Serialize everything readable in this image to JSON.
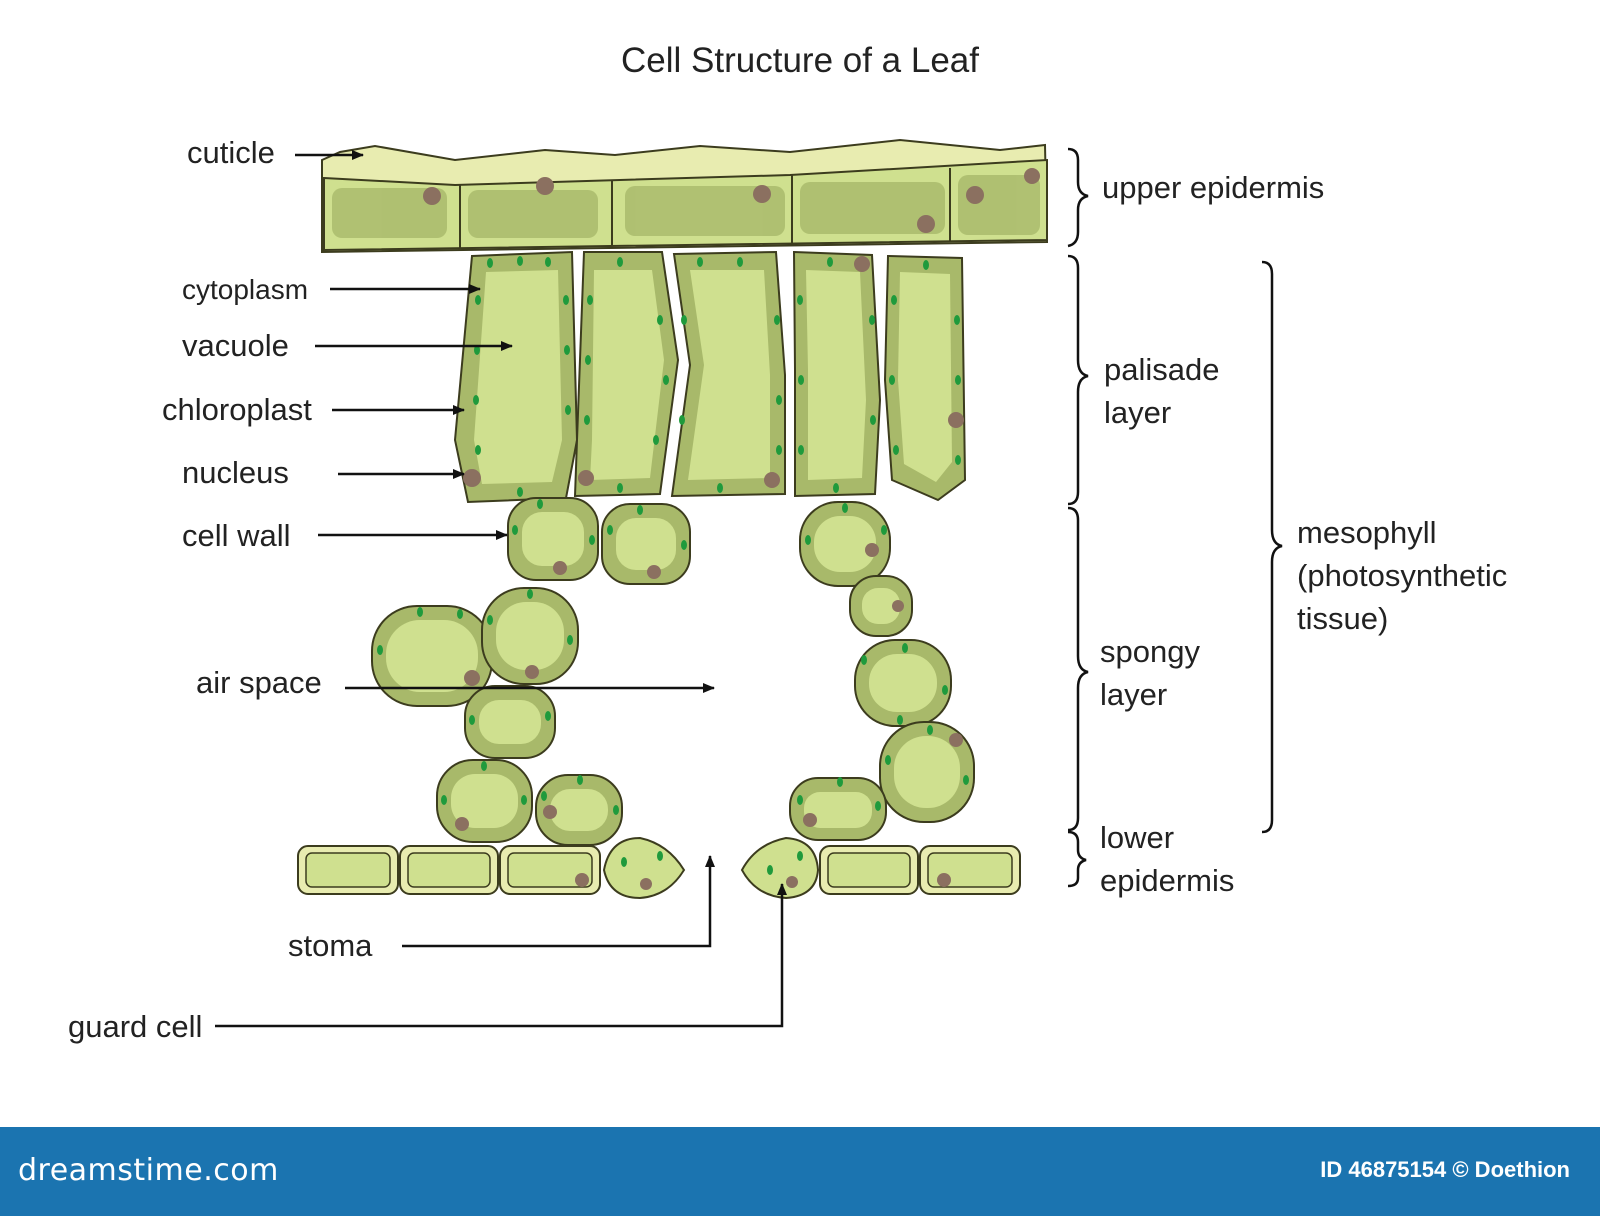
{
  "title": "Cell Structure of a Leaf",
  "labels": {
    "cuticle": "cuticle",
    "cytoplasm": "cytoplasm",
    "vacuole": "vacuole",
    "chloroplast": "chloroplast",
    "nucleus": "nucleus",
    "cell_wall": "cell wall",
    "air_space": "air space",
    "stoma": "stoma",
    "guard_cell": "guard cell"
  },
  "regions": {
    "upper_epidermis": "upper epidermis",
    "palisade_1": "palisade",
    "palisade_2": "layer",
    "spongy_1": "spongy",
    "spongy_2": "layer",
    "lower_1": "lower",
    "lower_2": "epidermis",
    "mesophyll_1": "mesophyll",
    "mesophyll_2": "(photosynthetic",
    "mesophyll_3": "tissue)"
  },
  "footer": {
    "brand": "dreamstime.com",
    "credit": "ID 46875154 © Doethion"
  },
  "colors": {
    "cell_fill": "#cfe08f",
    "cytoplasm": "#a8b96a",
    "wall": "#e8ecb0",
    "outline": "#3c3c1e",
    "chloroplast": "#1f9a3c",
    "nucleus": "#8b7060",
    "footer_bg": "#1b74b0"
  }
}
